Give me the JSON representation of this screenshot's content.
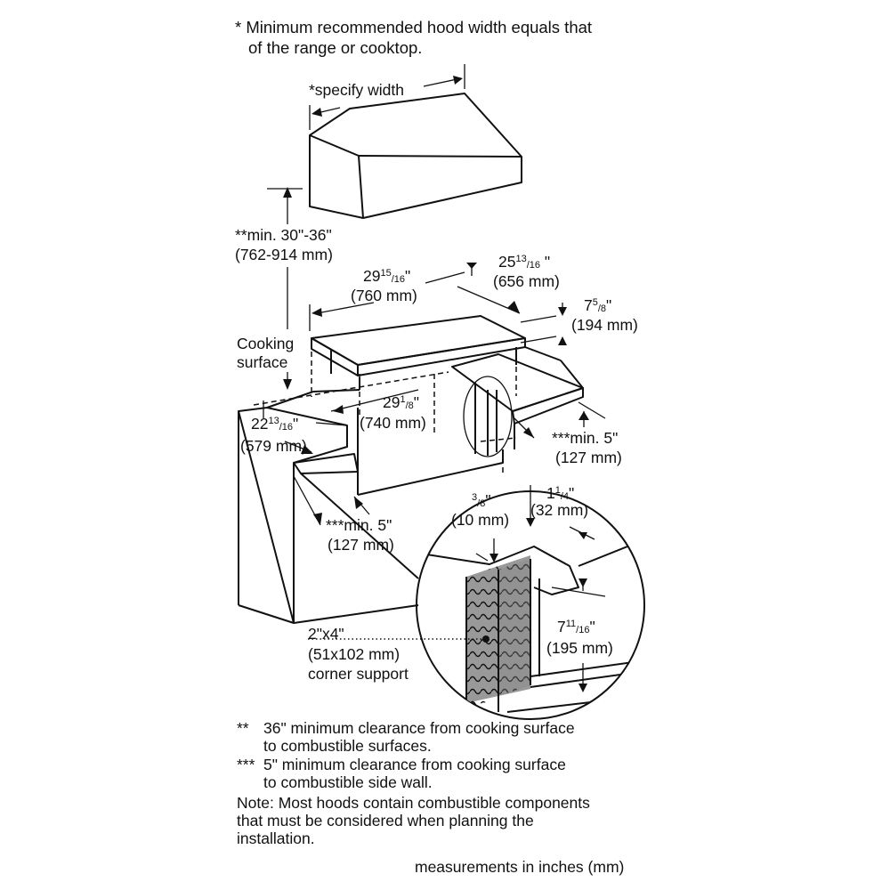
{
  "top_note": {
    "line1": "* Minimum recommended hood width equals that",
    "line2": "of the range or cooktop."
  },
  "labels": {
    "specify_width": "*specify width",
    "min_height": {
      "line1": "**min. 30\"-36\"",
      "line2": "(762-914 mm)"
    },
    "cooking_surface": {
      "line1": "Cooking",
      "line2": "surface"
    },
    "dim_29_15_16": {
      "whole": "29",
      "num": "15",
      "den": "16",
      "unit": "\"",
      "mm": "(760 mm)"
    },
    "dim_25_13_16": {
      "whole": "25",
      "num": "13",
      "den": "16",
      "unit": " \"",
      "mm": "(656 mm)"
    },
    "dim_7_5_8": {
      "whole": "7",
      "num": "5",
      "den": "8",
      "unit": "\"",
      "mm": "(194 mm)"
    },
    "dim_29_1_8": {
      "whole": "29",
      "num": "1",
      "den": "8",
      "unit": "\"",
      "mm": "(740 mm)"
    },
    "dim_22_13_16": {
      "whole": "22",
      "num": "13",
      "den": "16",
      "unit": "\"",
      "mm": "(579 mm)"
    },
    "min5_right": {
      "line1": "***min. 5\"",
      "line2": "(127 mm)"
    },
    "min5_left": {
      "line1": "***min. 5\"",
      "line2": "(127 mm)"
    },
    "dim_3_8": {
      "num": "3",
      "den": "8",
      "unit": "\"",
      "mm": "(10 mm)"
    },
    "dim_1_1_4": {
      "whole": "1",
      "num": "1",
      "den": "4",
      "unit": "\"",
      "mm": "(32 mm)"
    },
    "dim_7_11_16": {
      "whole": "7",
      "num": "11",
      "den": "16",
      "unit": "\"",
      "mm": "(195 mm)"
    },
    "corner_support": {
      "line1": "2\"x4\"",
      "line2": "(51x102 mm)",
      "line3": "corner support"
    }
  },
  "notes": {
    "note1_marker": "**",
    "note1_line1": "36\" minimum clearance from cooking surface",
    "note1_line2": "to combustible surfaces.",
    "note2_marker": "***",
    "note2_line1": "5\" minimum clearance from cooking surface",
    "note2_line2": "to combustible side wall.",
    "note3_line1": "Note: Most hoods contain combustible components",
    "note3_line2": "that must be considered when planning the",
    "note3_line3": "installation."
  },
  "footer": "measurements in inches (mm)"
}
